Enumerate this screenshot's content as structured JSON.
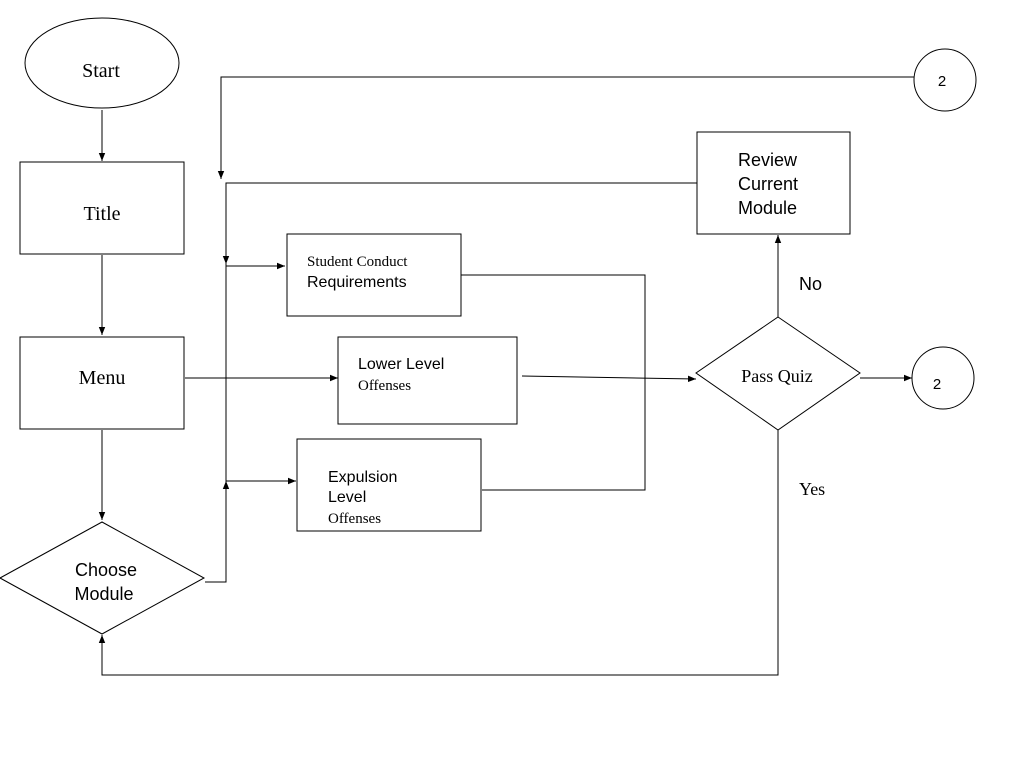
{
  "nodes": {
    "start": "Start",
    "title": "Title",
    "menu": "Menu",
    "choose_module": [
      "Choose",
      "Module"
    ],
    "student_conduct": [
      "Student Conduct",
      "Requirements"
    ],
    "lower_level": [
      "Lower Level",
      "Offenses"
    ],
    "expulsion_level": [
      "Expulsion",
      "Level",
      "Offenses"
    ],
    "pass_quiz": "Pass Quiz",
    "review_current_module": [
      "Review",
      "Current",
      "Module"
    ],
    "connector_top": "2",
    "connector_right": "2"
  },
  "edge_labels": {
    "no": "No",
    "yes": "Yes"
  }
}
